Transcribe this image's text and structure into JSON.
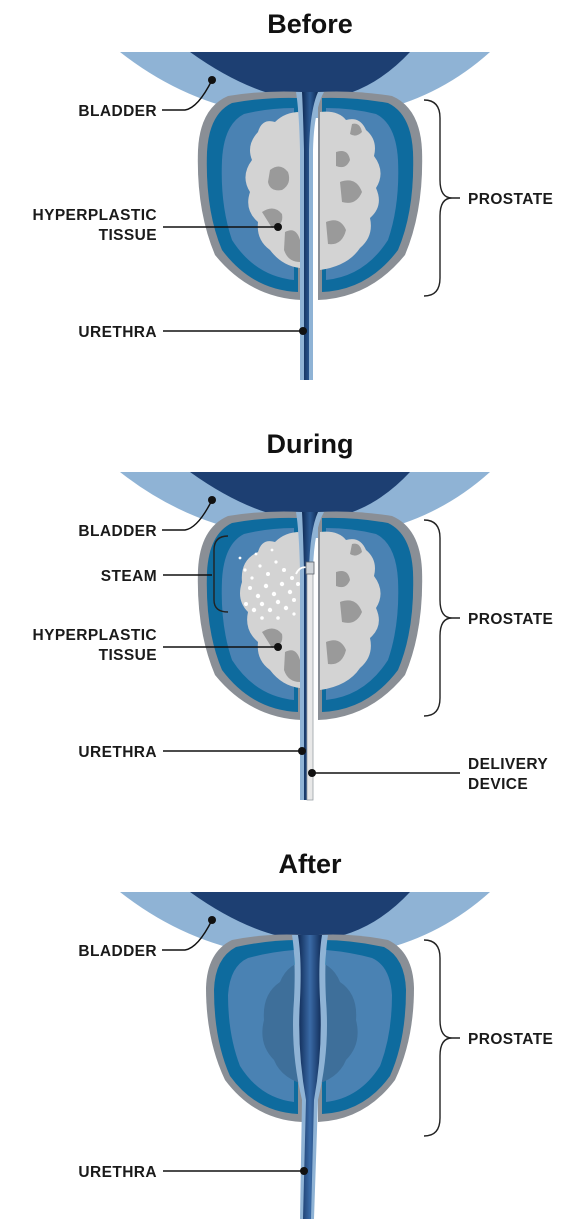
{
  "panels": [
    {
      "title": "Before",
      "labels": {
        "bladder": "BLADDER",
        "hyperplastic": [
          "HYPERPLASTIC",
          "TISSUE"
        ],
        "urethra": "URETHRA",
        "prostate": "PROSTATE"
      }
    },
    {
      "title": "During",
      "labels": {
        "bladder": "BLADDER",
        "steam": "STEAM",
        "hyperplastic": [
          "HYPERPLASTIC",
          "TISSUE"
        ],
        "urethra": "URETHRA",
        "prostate": "PROSTATE",
        "delivery": [
          "DELIVERY",
          "DEVICE"
        ]
      }
    },
    {
      "title": "After",
      "labels": {
        "bladder": "BLADDER",
        "urethra": "URETHRA",
        "prostate": "PROSTATE"
      }
    }
  ],
  "colors": {
    "bladder_wall": "#8fb3d5",
    "bladder_lumen": "#1d3f72",
    "prostate_capsule": "#8a8f96",
    "prostate_outer": "#0e6b9e",
    "prostate_inner": "#4a82b3",
    "tissue_light": "#d3d3d3",
    "tissue_dark": "#9a9a9a",
    "urethra": "#1b3a6b"
  },
  "icons": [
    "bladder-shape",
    "prostate-shape",
    "urethra-tube",
    "delivery-device-needle",
    "steam-dots"
  ]
}
